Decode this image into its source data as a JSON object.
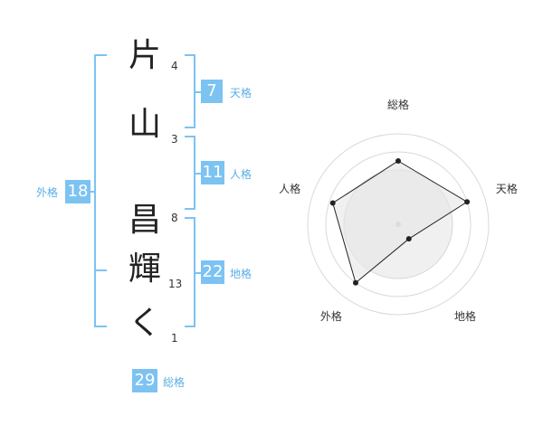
{
  "characters": [
    {
      "char": "片",
      "strokes": "4"
    },
    {
      "char": "山",
      "strokes": "3"
    },
    {
      "char": "昌",
      "strokes": "8"
    },
    {
      "char": "輝",
      "strokes": "13"
    },
    {
      "char": "く",
      "strokes": "1"
    }
  ],
  "kaku": {
    "tenkaku": {
      "value": "7",
      "label": "天格"
    },
    "jinkaku": {
      "value": "11",
      "label": "人格"
    },
    "chikaku": {
      "value": "22",
      "label": "地格"
    },
    "gaikaku": {
      "value": "18",
      "label": "外格"
    },
    "soukaku": {
      "value": "29",
      "label": "総格"
    }
  },
  "colors": {
    "accent": "#7cc3f2",
    "label": "#5aaee6"
  },
  "chart_data": {
    "type": "radar",
    "axes": [
      "総格",
      "天格",
      "地格",
      "外格",
      "人格"
    ],
    "values": [
      3.5,
      4,
      1,
      4,
      3.8
    ],
    "max": 5,
    "rings": 5
  }
}
